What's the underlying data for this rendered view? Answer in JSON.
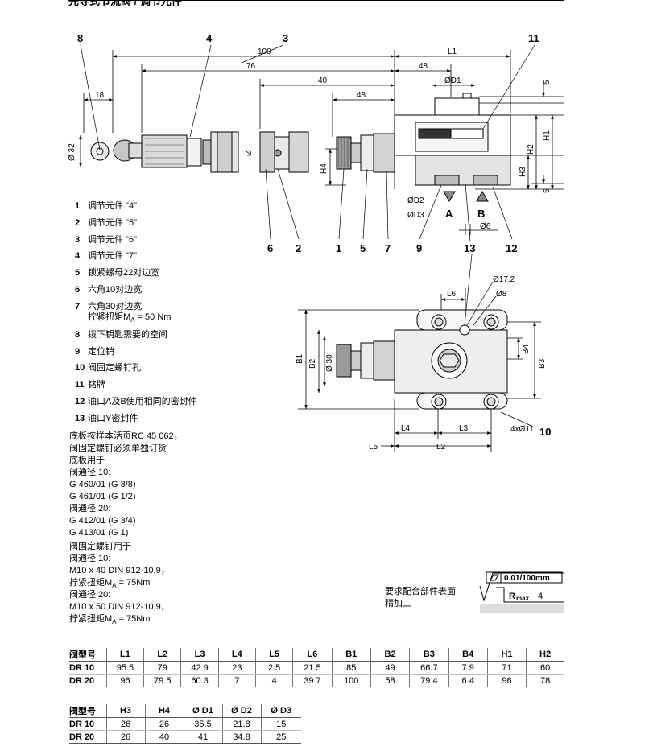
{
  "header": {
    "title": "先导式节流阀 / 调节元件"
  },
  "drawing": {
    "callouts_top": [
      "8",
      "4",
      "3",
      "11"
    ],
    "callouts_bottom": [
      "6",
      "2",
      "1",
      "5",
      "7",
      "9",
      "13",
      "12"
    ],
    "callout_10": "10",
    "dims_side": {
      "d100": "100",
      "d76": "76",
      "d40": "40",
      "d48a": "48",
      "d48b": "48",
      "d18": "18",
      "L1": "L1",
      "D1": "ØD1",
      "D32": "Ø 32",
      "H1": "H1",
      "H2": "H2",
      "H3": "H3",
      "H4": "H4",
      "d5a": "5",
      "d5b": "5",
      "D2": "ØD2",
      "D3": "ØD3",
      "D6": "Ø6",
      "A": "A",
      "B": "B",
      "phi": "Ø"
    },
    "dims_top": {
      "L6": "L6",
      "D17": "Ø17.2",
      "D8": "Ø8",
      "B1": "B1",
      "B2": "B2",
      "B3": "B3",
      "B4": "B4",
      "D30": "Ø 30",
      "L4": "L4",
      "L3": "L3",
      "L5": "L5",
      "L2": "L2",
      "holes": "4xØ11"
    }
  },
  "legend": [
    {
      "num": "1",
      "text": "调节元件 \"4\""
    },
    {
      "num": "2",
      "text": "调节元件 \"5\""
    },
    {
      "num": "3",
      "text": "调节元件 \"6\""
    },
    {
      "num": "4",
      "text": "调节元件 \"7\""
    },
    {
      "num": "5",
      "text": "锁紧螺母22对边宽"
    },
    {
      "num": "6",
      "text": "六角10对边宽"
    },
    {
      "num": "7",
      "text": "六角30对边宽",
      "text2": "拧紧扭矩M",
      "text2_sub": "A",
      "text2_rest": " = 50 Nm"
    },
    {
      "num": "8",
      "text": "拨下钥匙需要的空间"
    },
    {
      "num": "9",
      "text": "定位销"
    },
    {
      "num": "10",
      "text": "阀固定螺钉孔"
    },
    {
      "num": "11",
      "text": "铭牌"
    },
    {
      "num": "12",
      "text": "油口A及B使用相同的密封件"
    },
    {
      "num": "13",
      "text": "油口Y密封件"
    }
  ],
  "notes": {
    "l1": "底板按样本活页RC 45 062，",
    "l2": "阀固定螺钉必须单独订货",
    "l3": "底板用于",
    "l4": "阀通径 10:",
    "l5": "G 460/01   (G 3/8)",
    "l6": "G 461/01   (G 1/2)",
    "l7": "阀通径 20:",
    "l8": "G 412/01   (G 3/4)",
    "l9": "G 413/01   (G 1)",
    "l10": "阀固定螺钉用于",
    "l11": "阀通径 10:",
    "l12": "M10 x 40 DIN 912-10.9，",
    "l13a": "拧紧扭矩M",
    "l13sub": "A",
    "l13b": " = 75Nm",
    "l14": "阀通径 20:",
    "l15": "M10 x 50 DIN 912-10.9，",
    "l16a": "拧紧扭矩M",
    "l16sub": "A",
    "l16b": " = 75Nm"
  },
  "surface": {
    "line1": "要求配合部件表面",
    "line2": "精加工",
    "flatness": "0.01/100mm",
    "roughness": "R",
    "roughness_sub": "max",
    "roughness_val": "4"
  },
  "table1": {
    "headers": [
      "阀型号",
      "L1",
      "L2",
      "L3",
      "L4",
      "L5",
      "L6",
      "B1",
      "B2",
      "B3",
      "B4",
      "H1",
      "H2"
    ],
    "rows": [
      [
        "DR 10",
        "95.5",
        "79",
        "42.9",
        "23",
        "2.5",
        "21.5",
        "85",
        "49",
        "66.7",
        "7.9",
        "71",
        "60"
      ],
      [
        "DR 20",
        "96",
        "79.5",
        "60.3",
        "7",
        "4",
        "39.7",
        "100",
        "58",
        "79.4",
        "6.4",
        "96",
        "78"
      ]
    ]
  },
  "table2": {
    "headers": [
      "阀型号",
      "H3",
      "H4",
      "Ø D1",
      "Ø D2",
      "Ø D3"
    ],
    "rows": [
      [
        "DR 10",
        "26",
        "26",
        "35.5",
        "21.8",
        "15"
      ],
      [
        "DR 20",
        "26",
        "40",
        "41",
        "34.8",
        "25"
      ]
    ]
  }
}
